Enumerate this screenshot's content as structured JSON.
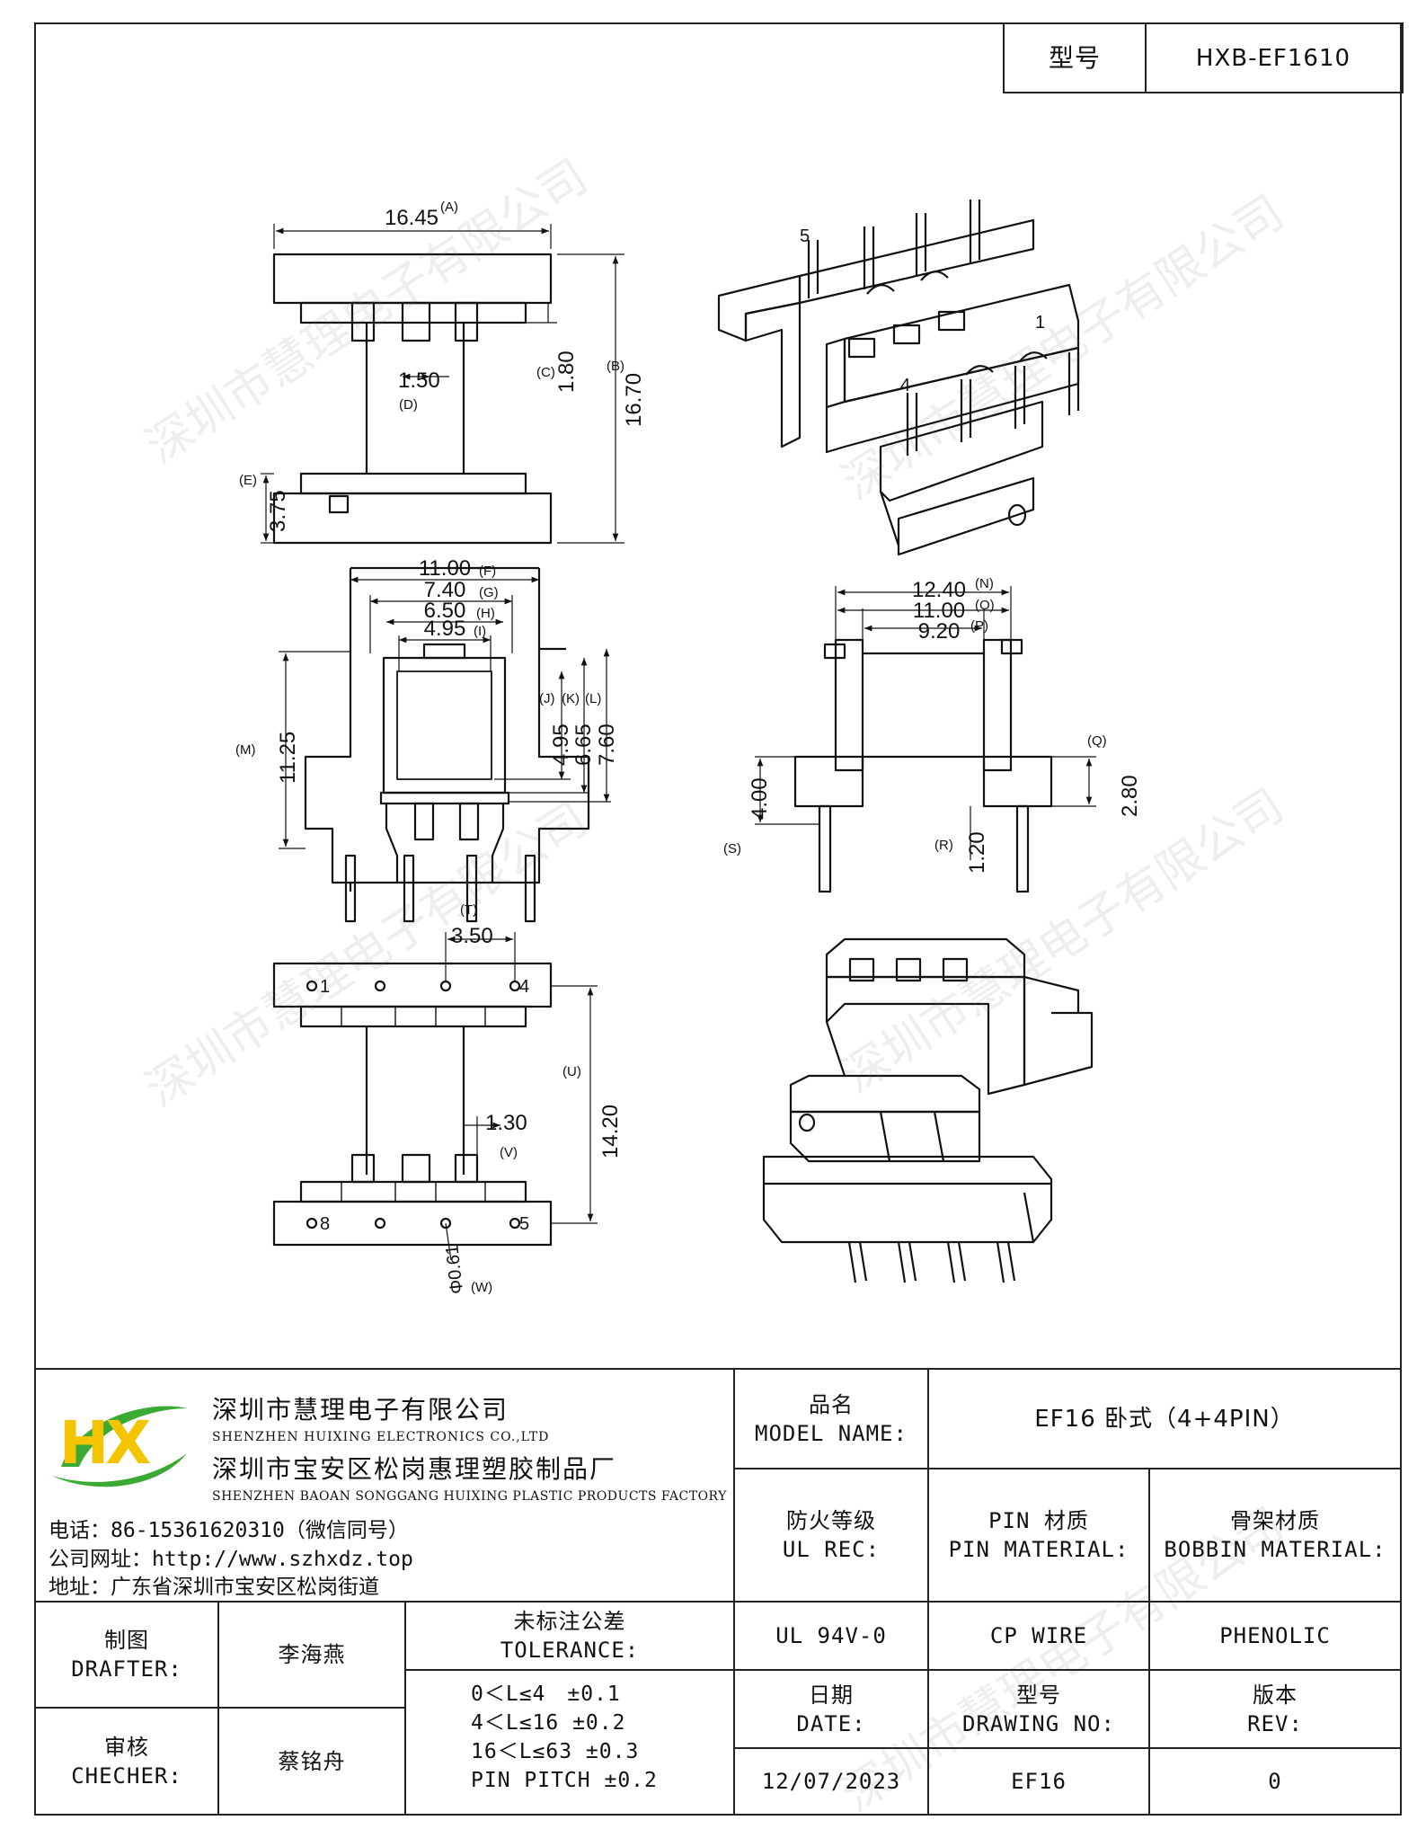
{
  "header": {
    "model_label": "型号",
    "model_value": "HXB-EF1610"
  },
  "watermark": "深圳市慧理电子有限公司",
  "top_view": {
    "dims": [
      "16.45",
      "1.50",
      "1.80",
      "16.70",
      "3.75"
    ],
    "letters": [
      "(A)",
      "(B)",
      "(C)",
      "(D)",
      "(E)"
    ]
  },
  "iso_top": {
    "pins": [
      "5",
      "1",
      "4"
    ]
  },
  "front_view": {
    "dims": [
      "11.00",
      "7.40",
      "6.50",
      "4.95",
      "11.25",
      "4.95",
      "6.65",
      "7.60"
    ],
    "letters": [
      "(F)",
      "(G)",
      "(H)",
      "(I)",
      "(M)",
      "(J)",
      "(K)",
      "(L)"
    ]
  },
  "side_view": {
    "dims": [
      "12.40",
      "11.00",
      "9.20",
      "4.00",
      "2.80",
      "1.20"
    ],
    "letters": [
      "(N)",
      "(O)",
      "(P)",
      "(S)",
      "(Q)",
      "(R)"
    ]
  },
  "bottom_view": {
    "dims": [
      "3.50",
      "1.30",
      "14.20",
      "Φ0.61"
    ],
    "letters": [
      "(T)",
      "(V)",
      "(U)",
      "(W)"
    ],
    "pins": [
      "1",
      "4",
      "8",
      "5"
    ]
  },
  "company": {
    "name_cn": "深圳市慧理电子有限公司",
    "name_en": "SHENZHEN HUIXING ELECTRONICS CO.,LTD",
    "factory_cn": "深圳市宝安区松岗惠理塑胶制品厂",
    "factory_en": "SHENZHEN BAOAN SONGGANG HUIXING PLASTIC PRODUCTS FACTORY",
    "phone": "电话：86-15361620310（微信同号）",
    "website": "公司网址：http://www.szhxdz.top",
    "address": "地址：广东省深圳市宝安区松岗街道",
    "logo_letters": "HX",
    "colors": {
      "green": "#3aaa35",
      "yellow": "#f5c400"
    }
  },
  "title_block": {
    "product_label_cn": "品名",
    "product_label_en": "MODEL NAME:",
    "product_value": "EF16 卧式（4+4PIN）",
    "ul_label_cn": "防火等级",
    "ul_label_en": "UL REC:",
    "pin_label_cn": "PIN 材质",
    "pin_label_en": "PIN MATERIAL:",
    "bobbin_label_cn": "骨架材质",
    "bobbin_label_en": "BOBBIN MATERIAL:",
    "ul_value": "UL 94V-0",
    "pin_value": "CP WIRE",
    "bobbin_value": "PHENOLIC",
    "drafter_label_cn": "制图",
    "drafter_label_en": "DRAFTER:",
    "drafter_name": "李海燕",
    "checker_label_cn": "审核",
    "checker_label_en": "CHECHER:",
    "checker_name": "蔡铭舟",
    "tolerance_label_cn": "未标注公差",
    "tolerance_label_en": "TOLERANCE:",
    "tolerances": [
      "0＜L≤4　±0.1",
      "4＜L≤16 ±0.2",
      "16＜L≤63 ±0.3",
      "PIN PITCH ±0.2"
    ],
    "date_label_cn": "日期",
    "date_label_en": "DATE:",
    "drawing_label_cn": "型号",
    "drawing_label_en": "DRAWING NO:",
    "rev_label_cn": "版本",
    "rev_label_en": "REV:",
    "date_value": "12/07/2023",
    "drawing_value": "EF16",
    "rev_value": "0"
  }
}
